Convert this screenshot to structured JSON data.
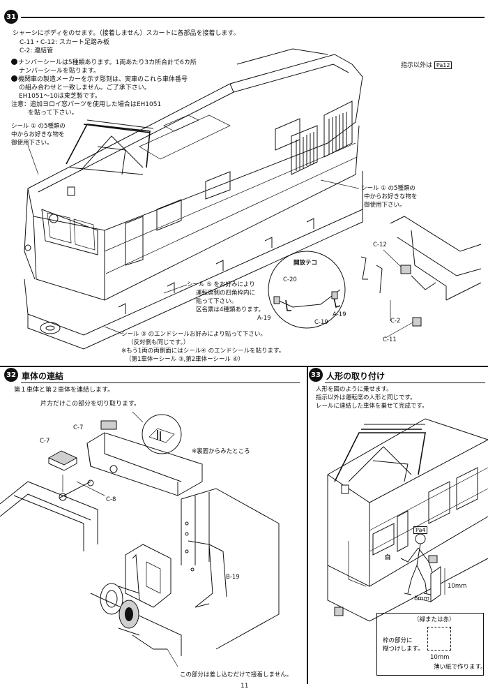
{
  "step31": {
    "badge": "31",
    "line1": "シャーシにボディをのせます。（接着しません）スカートに各部品を接着します。",
    "line2": "C-11・C-12: スカート足踏み板",
    "line3": "C-2: 連結管",
    "bullet1a": "ナンバーシールは5種類あります。1両あたり3カ所合計で6カ所",
    "bullet1b": "ナンバーシールを貼ります。",
    "bullet2a": "機関車の製造メーカーを示す彫刻は、実車のこれら車体番号",
    "bullet2b": "の組み合わせと一致しません。ご了承下さい。",
    "bullet2c": "EH1051～10は東芝製です。",
    "note_a": "注意：追加ヨロイ窓パーツを使用した場合はEH1051",
    "note_b": "を貼って下さい。",
    "instr_right": "指示以外は",
    "instr_right_ref": "Pa12",
    "seal1_left_a": "シール ① の5種類の",
    "seal1_left_b": "中からお好きな物を",
    "seal1_left_c": "御使用下さい。",
    "seal1_right_a": "シール ① の5種類の",
    "seal1_right_b": "中からお好きな物を",
    "seal1_right_c": "御使用下さい。",
    "open_label": "開放テコ",
    "seal5_a": "シール ⑤ をお好みにより",
    "seal5_b": "運転席側の四角枠内に",
    "seal5_c": "貼って下さい。",
    "seal5_d": "区名票は4種類あります。",
    "seal3_a": "シール ③ のエンドシールお好みにより貼って下さい。",
    "seal3_b": "（反対側も同じです。）",
    "seal3_c": "※もう1両の両側面にはシール④ のエンドシールを貼ります。",
    "seal3_d": "（第1車体ーシール ③,第2車体ーシール ④）",
    "parts": [
      "C-12",
      "C-20",
      "A-19",
      "C-19",
      "A-19",
      "C-2",
      "C-11"
    ]
  },
  "step32": {
    "badge": "32",
    "title": "車体の連結",
    "line1": "第１車体と第２車体を連結します。",
    "cut_note": "片方だけこの部分を切り取ります。",
    "back_view": "※裏面からみたところ",
    "bottom_note": "この部分は差し込むだけで接着しません。",
    "parts": [
      "C-7",
      "C-7",
      "C-8",
      "B-19"
    ]
  },
  "step33": {
    "badge": "33",
    "title": "人形の取り付け",
    "line1": "人形を図のように乗せます。",
    "line2": "指示以外は運転席の人形と同じです。",
    "line3": "レールに連結した車体を乗せて完成です。",
    "white_label": "白",
    "ref": "Pa4",
    "dim_10mm": "10mm",
    "dim_8mm": "8mm",
    "box_title": "（緑または赤）",
    "box_note_a": "枠の部分に",
    "box_note_b": "糊つけします。",
    "box_dim": "10mm",
    "box_paper": "薄い紙で作ります。"
  },
  "page_number": "11"
}
